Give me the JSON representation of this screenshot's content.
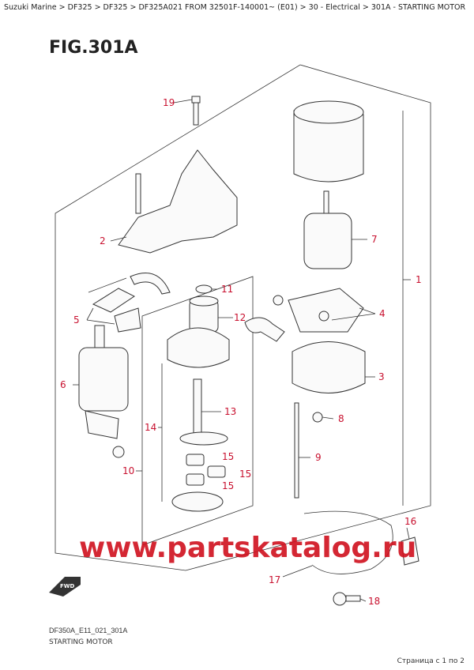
{
  "breadcrumb": "Suzuki Marine > DF325 > DF325 > DF325A021 FROM 32501F-140001~ (E01) > 30 - Electrical > 301A - STARTING MOTOR",
  "figure_title": "FIG.301A",
  "diagram_code": "DF350A_E11_021_301A",
  "caption": "STARTING MOTOR",
  "pagination": "Страница с 1 по 2",
  "watermark": "www.partskatalog.ru",
  "fwd_label": "FWD",
  "callouts": {
    "c1": "1",
    "c2": "2",
    "c3": "3",
    "c4": "4",
    "c5": "5",
    "c6": "6",
    "c7": "7",
    "c8": "8",
    "c9": "9",
    "c10": "10",
    "c11": "11",
    "c12": "12",
    "c13": "13",
    "c14": "14",
    "c15a": "15",
    "c15b": "15",
    "c15c": "15",
    "c16": "16",
    "c17": "17",
    "c18": "18",
    "c19": "19"
  },
  "colors": {
    "callout": "#c8102e",
    "watermark": "#d0101e"
  }
}
